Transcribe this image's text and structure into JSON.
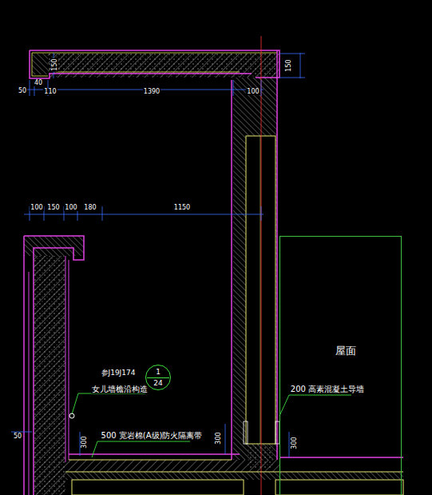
{
  "diagram": {
    "nodes": [
      {
        "text": [
          "1",
          "24"
        ]
      },
      {
        "text": [
          "屋面"
        ]
      }
    ],
    "labels": [
      "150",
      "150",
      "50",
      "40",
      "110",
      "1390",
      "100",
      "100",
      "150",
      "100",
      "180",
      "1150",
      "参J19J174",
      "女儿墙檐沿构造",
      "500 宽岩棉(A级)防火隔离带",
      "300",
      "300",
      "200 高素混凝土导墙",
      "300",
      "50"
    ]
  }
}
